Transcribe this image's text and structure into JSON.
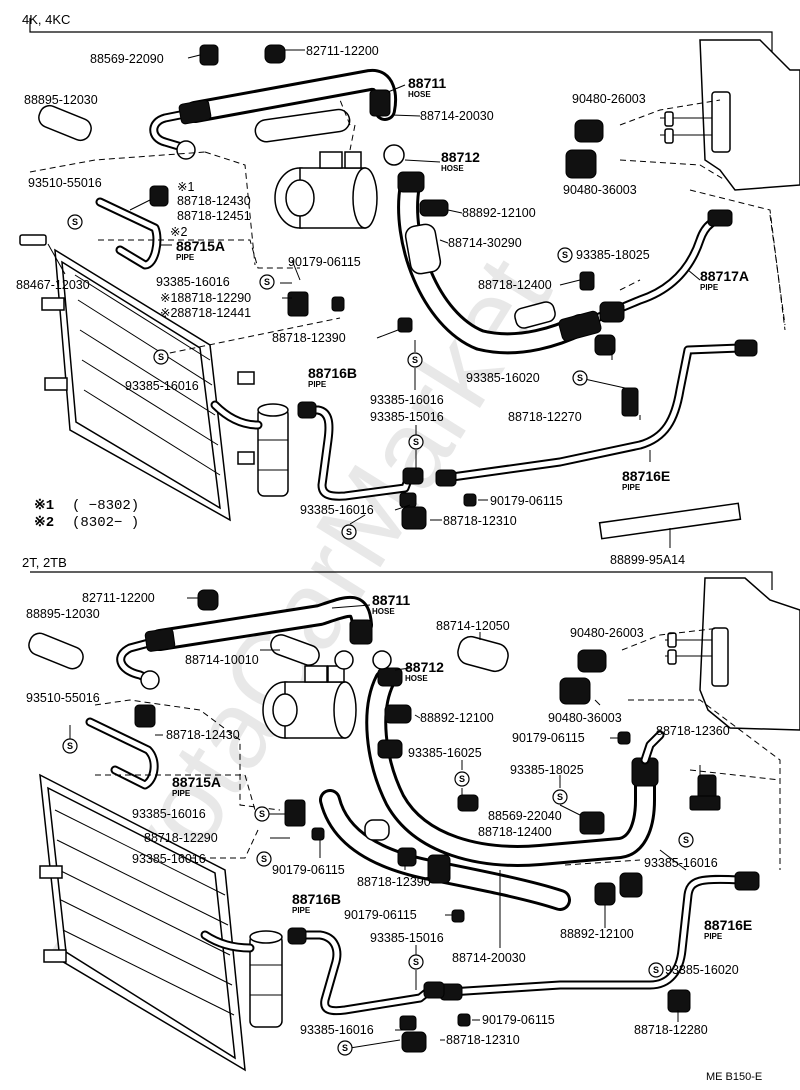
{
  "sections": {
    "top": "4K, 4KC",
    "bottom": "2T, 2TB"
  },
  "footnotes": {
    "n1_mark": "※1",
    "n1_text": "(      −8302)",
    "n2_mark": "※2",
    "n2_text": "(8302−      )"
  },
  "labels_top": {
    "p88569_22090": "88569-22090",
    "p82711_12200": "82711-12200",
    "p88711": "88711",
    "p88711_sub": "HOSE",
    "p88714_20030": "88714-20030",
    "p90480_26003": "90480-26003",
    "p88895_12030": "88895-12030",
    "p88712": "88712",
    "p88712_sub": "HOSE",
    "p90480_36003": "90480-36003",
    "p93510_55016": "93510-55016",
    "mark1": "※1",
    "p88718_12430": "88718-12430",
    "p88718_12451": "88718-12451",
    "p88892_12100": "88892-12100",
    "mark2": "※2",
    "p88715A": "88715A",
    "p88715A_sub": "PIPE",
    "p90179_06115": "90179-06115",
    "p88714_30290": "88714-30290",
    "p93385_18025": "93385-18025",
    "p88717A": "88717A",
    "p88717A_sub": "PIPE",
    "p88467_12030": "88467-12030",
    "p93385_16016a": "93385-16016",
    "p88718_12290": "※188718-12290",
    "p88718_12441": "※288718-12441",
    "p88718_12400": "88718-12400",
    "p88718_12390": "88718-12390",
    "p93385_16016b": "93385-16016",
    "p88716B": "88716B",
    "p88716B_sub": "PIPE",
    "p93385_16016c": "93385-16016",
    "p93385_16020": "93385-16020",
    "p93385_15016": "93385-15016",
    "p88718_12270": "88718-12270",
    "p88716E": "88716E",
    "p88716E_sub": "PIPE",
    "p93385_16016d": "93385-16016",
    "p90179_06115b": "90179-06115",
    "p88718_12310": "88718-12310",
    "p88899_95A14": "88899-95A14"
  },
  "labels_bottom": {
    "p82711_12200": "82711-12200",
    "p88711": "88711",
    "p88711_sub": "HOSE",
    "p88895_12030": "88895-12030",
    "p88714_12050": "88714-12050",
    "p90480_26003": "90480-26003",
    "p88714_10010": "88714-10010",
    "p88712": "88712",
    "p88712_sub": "HOSE",
    "p93510_55016": "93510-55016",
    "p88892_12100": "88892-12100",
    "p90480_36003": "90480-36003",
    "p88718_12430": "88718-12430",
    "p90179_06115a": "90179-06115",
    "p88718_12360": "88718-12360",
    "p88715A": "88715A",
    "p88715A_sub": "PIPE",
    "p93385_16025": "93385-16025",
    "p93385_18025": "93385-18025",
    "p93385_16016a": "93385-16016",
    "p88569_22040": "88569-22040",
    "p88718_12290": "88718-12290",
    "p88718_12400": "88718-12400",
    "p93385_16016b": "93385-16016",
    "p90179_06115b": "90179-06115",
    "p93385_16016c": "93385-16016",
    "p88718_12390": "88718-12390",
    "p88716B": "88716B",
    "p88716B_sub": "PIPE",
    "p90179_06115c": "90179-06115",
    "p88716E": "88716E",
    "p88716E_sub": "PIPE",
    "p88892_12100b": "88892-12100",
    "p93385_15016": "93385-15016",
    "p88714_20030": "88714-20030",
    "p93385_16020": "93385-16020",
    "p93385_16016d": "93385-16016",
    "p90179_06115d": "90179-06115",
    "p88718_12280": "88718-12280",
    "p88718_12310": "88718-12310"
  },
  "s_mark": "S",
  "watermark": "ToyotaCarMarket",
  "figure_code": "ME B150-E"
}
